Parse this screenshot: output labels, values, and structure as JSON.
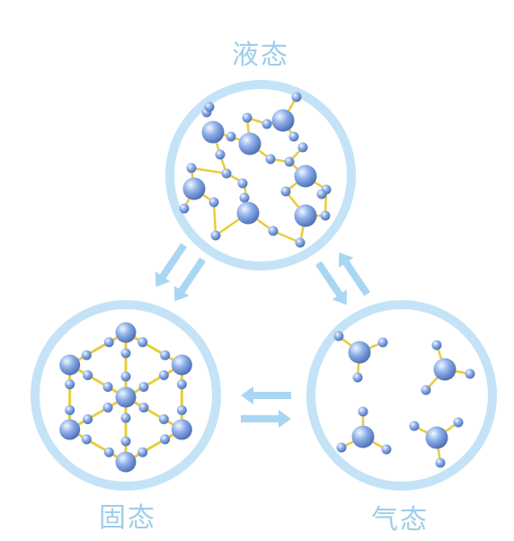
{
  "labels": {
    "liquid": "液态",
    "solid": "固态",
    "gas": "气态"
  },
  "colors": {
    "ring": "#c5e3f6",
    "arrow": "#a9d6f3",
    "bond": "#e9cd3b",
    "label": "#9fcde9",
    "atom_light": "#f2f7ff",
    "atom_mid": "#8fb0ea",
    "atom_dark": "#4f6fb5"
  },
  "icons": [
    "arrow-liquid-to-solid",
    "arrow-solid-to-liquid",
    "arrow-liquid-to-gas",
    "arrow-gas-to-liquid",
    "arrow-solid-to-gas",
    "arrow-gas-to-solid"
  ]
}
